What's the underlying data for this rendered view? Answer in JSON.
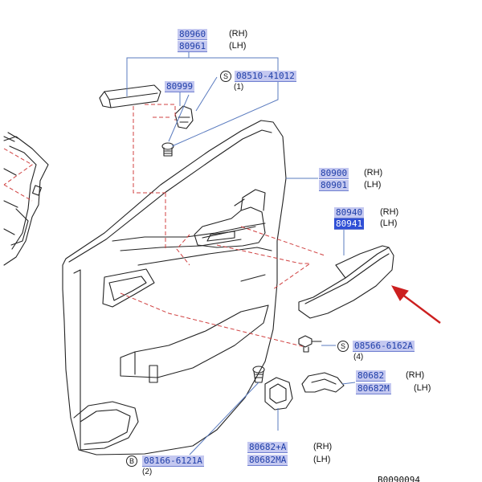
{
  "callouts": {
    "cover": {
      "rh": "80960",
      "lh": "80961",
      "rh_side": "(RH)",
      "lh_side": "(LH)"
    },
    "clip": {
      "part": "80999"
    },
    "screw_top": {
      "symbol": "S",
      "part": "08510-41012",
      "qty": "(1)"
    },
    "door_finisher": {
      "rh": "80900",
      "lh": "80901",
      "rh_side": "(RH)",
      "lh_side": "(LH)"
    },
    "armrest": {
      "rh": "80940",
      "lh": "80941",
      "rh_side": "(RH)",
      "lh_side": "(LH)"
    },
    "screw_mid": {
      "symbol": "S",
      "part": "08566-6162A",
      "qty": "(4)"
    },
    "handle": {
      "rh": "80682",
      "lh": "80682M",
      "rh_side": "(RH)",
      "lh_side": "(LH)"
    },
    "escutcheon": {
      "rh": "80682+A",
      "lh": "80682MA",
      "rh_side": "(RH)",
      "lh_side": "(LH)"
    },
    "bolt": {
      "symbol": "B",
      "part": "08166-6121A",
      "qty": "(2)"
    }
  },
  "reference_code": "B0090094",
  "colors": {
    "label_bg": "#c4c8f0",
    "label_text": "#1f3ea8",
    "highlight_bg": "#2f4fd6",
    "arrow": "#cc1f1f",
    "dashed_leader": "#d04040",
    "leader": "#5a7bbf"
  }
}
